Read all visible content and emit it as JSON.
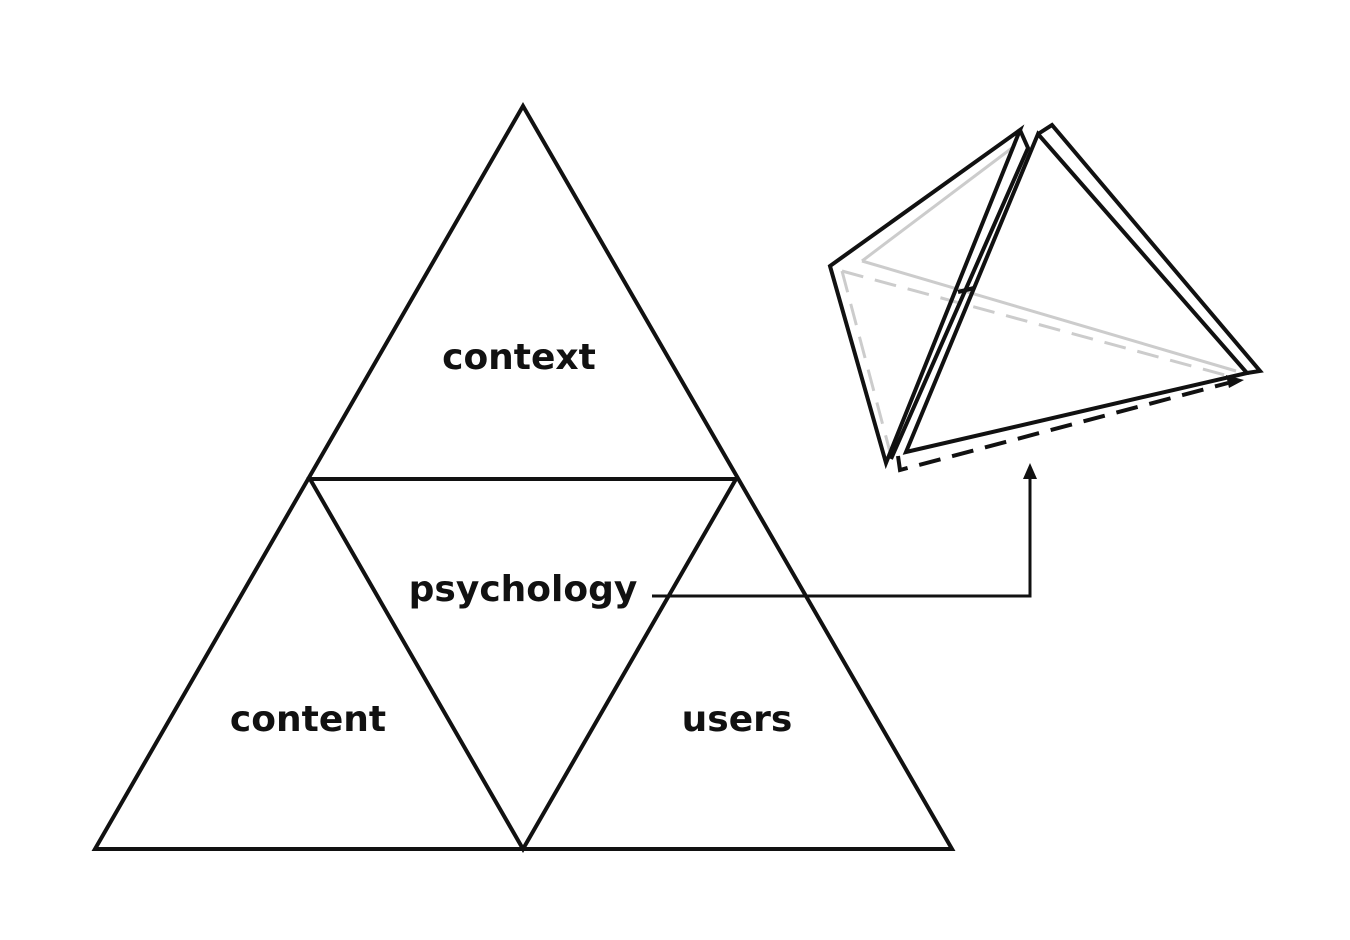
{
  "diagram": {
    "labels": {
      "context": "context",
      "psychology": "psychology",
      "content": "content",
      "users": "users"
    },
    "colors": {
      "stroke": "#111111",
      "hidden_edge": "#cccccc",
      "background": "#ffffff"
    }
  }
}
